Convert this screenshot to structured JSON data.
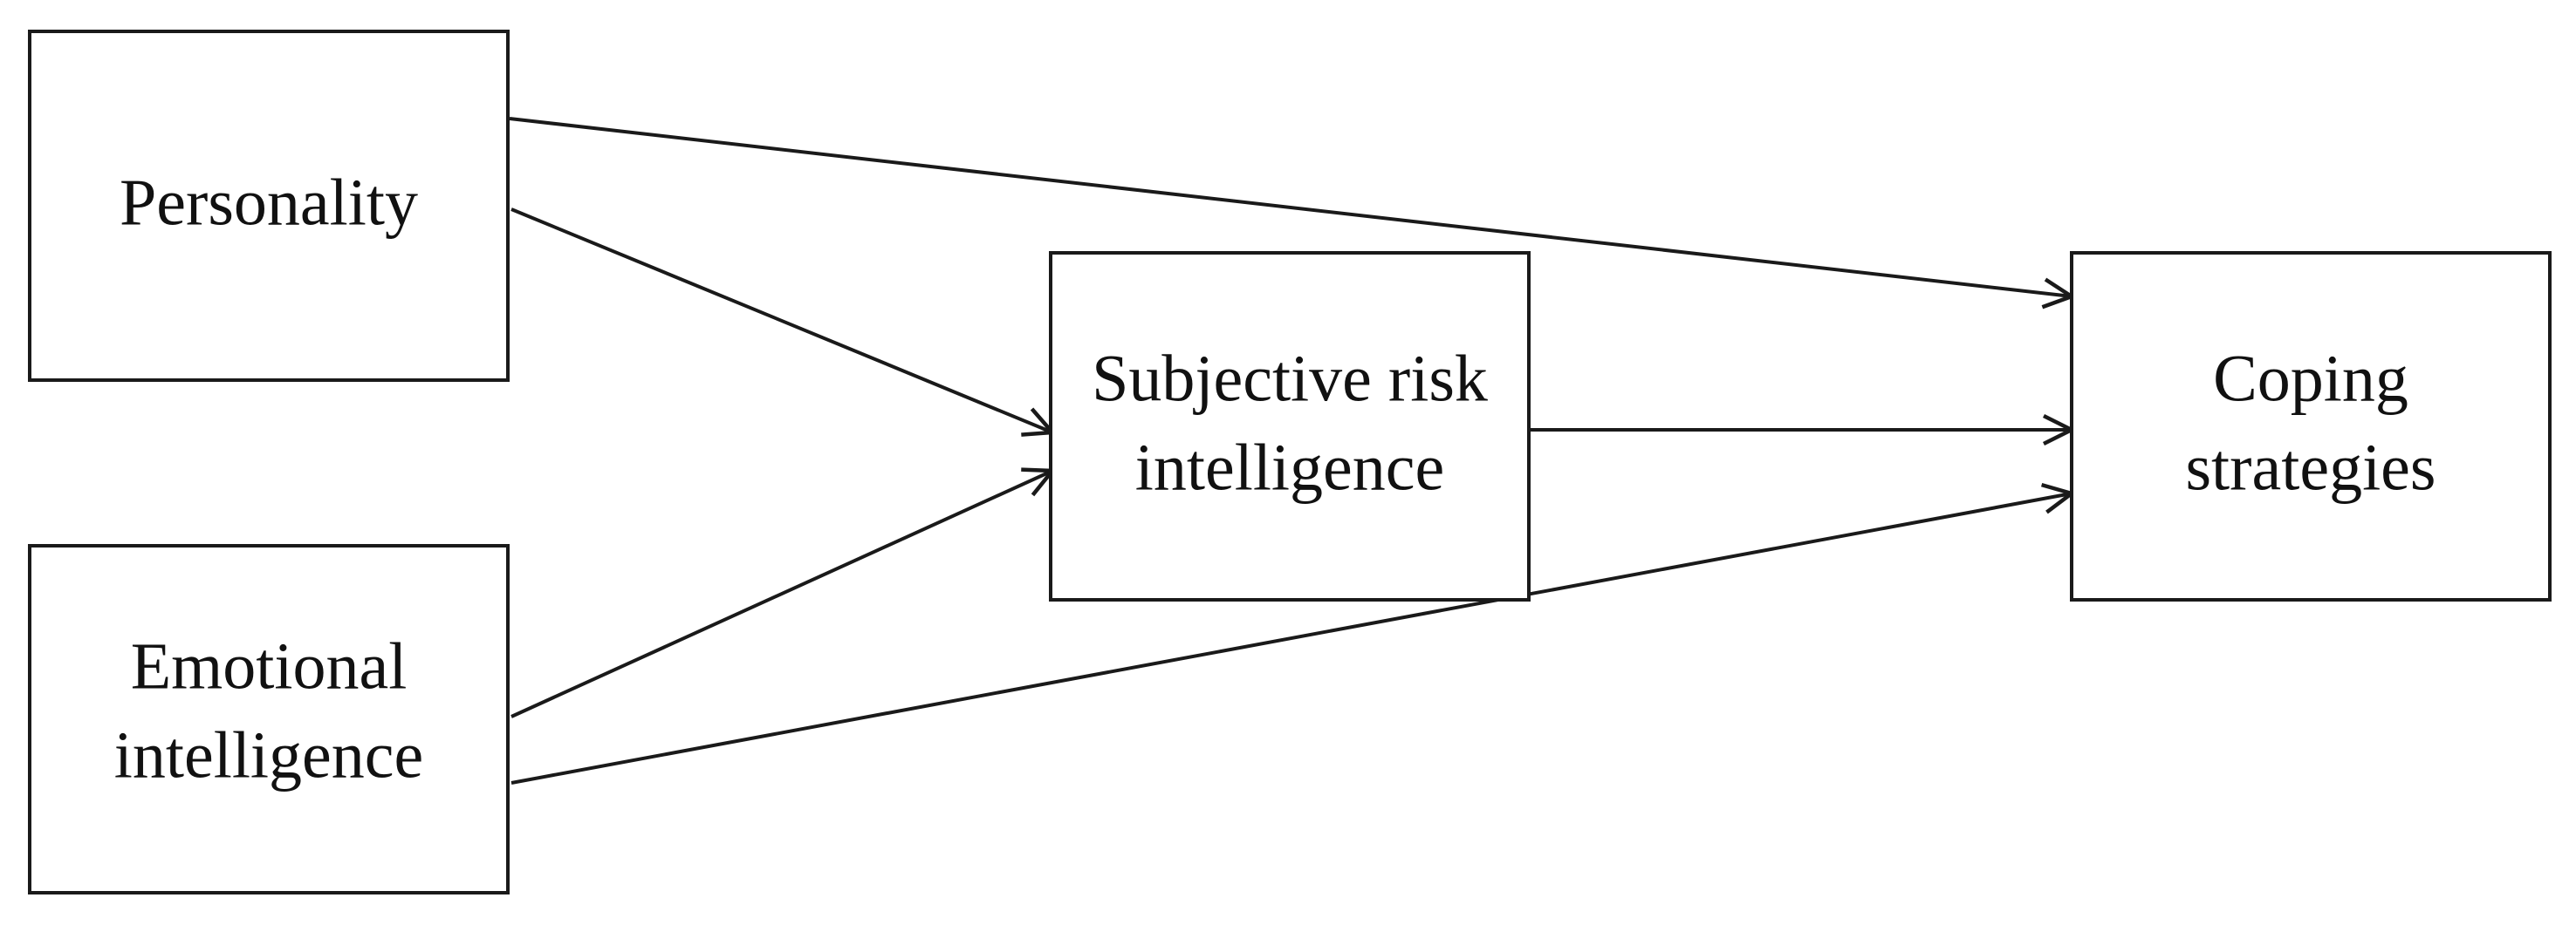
{
  "diagram": {
    "nodes": {
      "personality": {
        "lines": [
          "Personality"
        ]
      },
      "emotional_intelligence": {
        "lines": [
          "Emotional",
          "intelligence"
        ]
      },
      "subjective_risk_intelligence": {
        "lines": [
          "Subjective risk",
          "intelligence"
        ]
      },
      "coping_strategies": {
        "lines": [
          "Coping",
          "strategies"
        ]
      }
    },
    "edges": [
      {
        "from": "Personality",
        "to": "Coping strategies"
      },
      {
        "from": "Personality",
        "to": "Subjective risk intelligence"
      },
      {
        "from": "Emotional intelligence",
        "to": "Subjective risk intelligence"
      },
      {
        "from": "Emotional intelligence",
        "to": "Coping strategies"
      },
      {
        "from": "Subjective risk intelligence",
        "to": "Coping strategies"
      }
    ],
    "colors": {
      "stroke": "#1a1a1a",
      "text": "#111111",
      "background": "#ffffff"
    }
  }
}
